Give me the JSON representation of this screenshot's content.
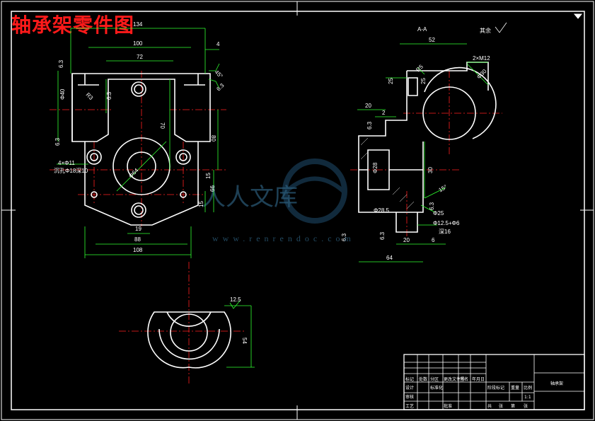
{
  "sheet": {
    "title": "轴承架零件图",
    "watermark_cn": "人人文库",
    "watermark_url": "www.renrendoc.com"
  },
  "front_view": {
    "dims": [
      "134",
      "100",
      "72",
      "4",
      "6.3",
      "Φ40",
      "70",
      "80",
      "66",
      "15",
      "15",
      "108",
      "88",
      "19",
      "Φ64",
      "4×Φ11",
      "沉孔Φ18深10",
      "6.3",
      "R3",
      "45°",
      "6.3",
      "6.3"
    ]
  },
  "section_view": {
    "label": "A-A",
    "surface_note": "其余",
    "dims": [
      "52",
      "2×M12",
      "25",
      "25",
      "R5",
      "20",
      "2",
      "6.3",
      "Φ28",
      "30",
      "Φ30",
      "15°",
      "6.3",
      "Φ28.5",
      "Φ12.5+Φ6",
      "深16",
      "6.3",
      "6.3",
      "20",
      "6",
      "64",
      "Φ25"
    ]
  },
  "top_view": {
    "dims": [
      "12.5",
      "54"
    ]
  },
  "title_block": {
    "part_name": "轴承架",
    "scale": "1:1",
    "row_labels": [
      "标记",
      "设计",
      "审核",
      "工艺"
    ],
    "cells": [
      "处数",
      "分区",
      "更改文件号",
      "签名",
      "年月日",
      "标准化",
      "批准",
      "阶段标记",
      "重量",
      "比例",
      "共",
      "张",
      "第",
      "张"
    ]
  }
}
